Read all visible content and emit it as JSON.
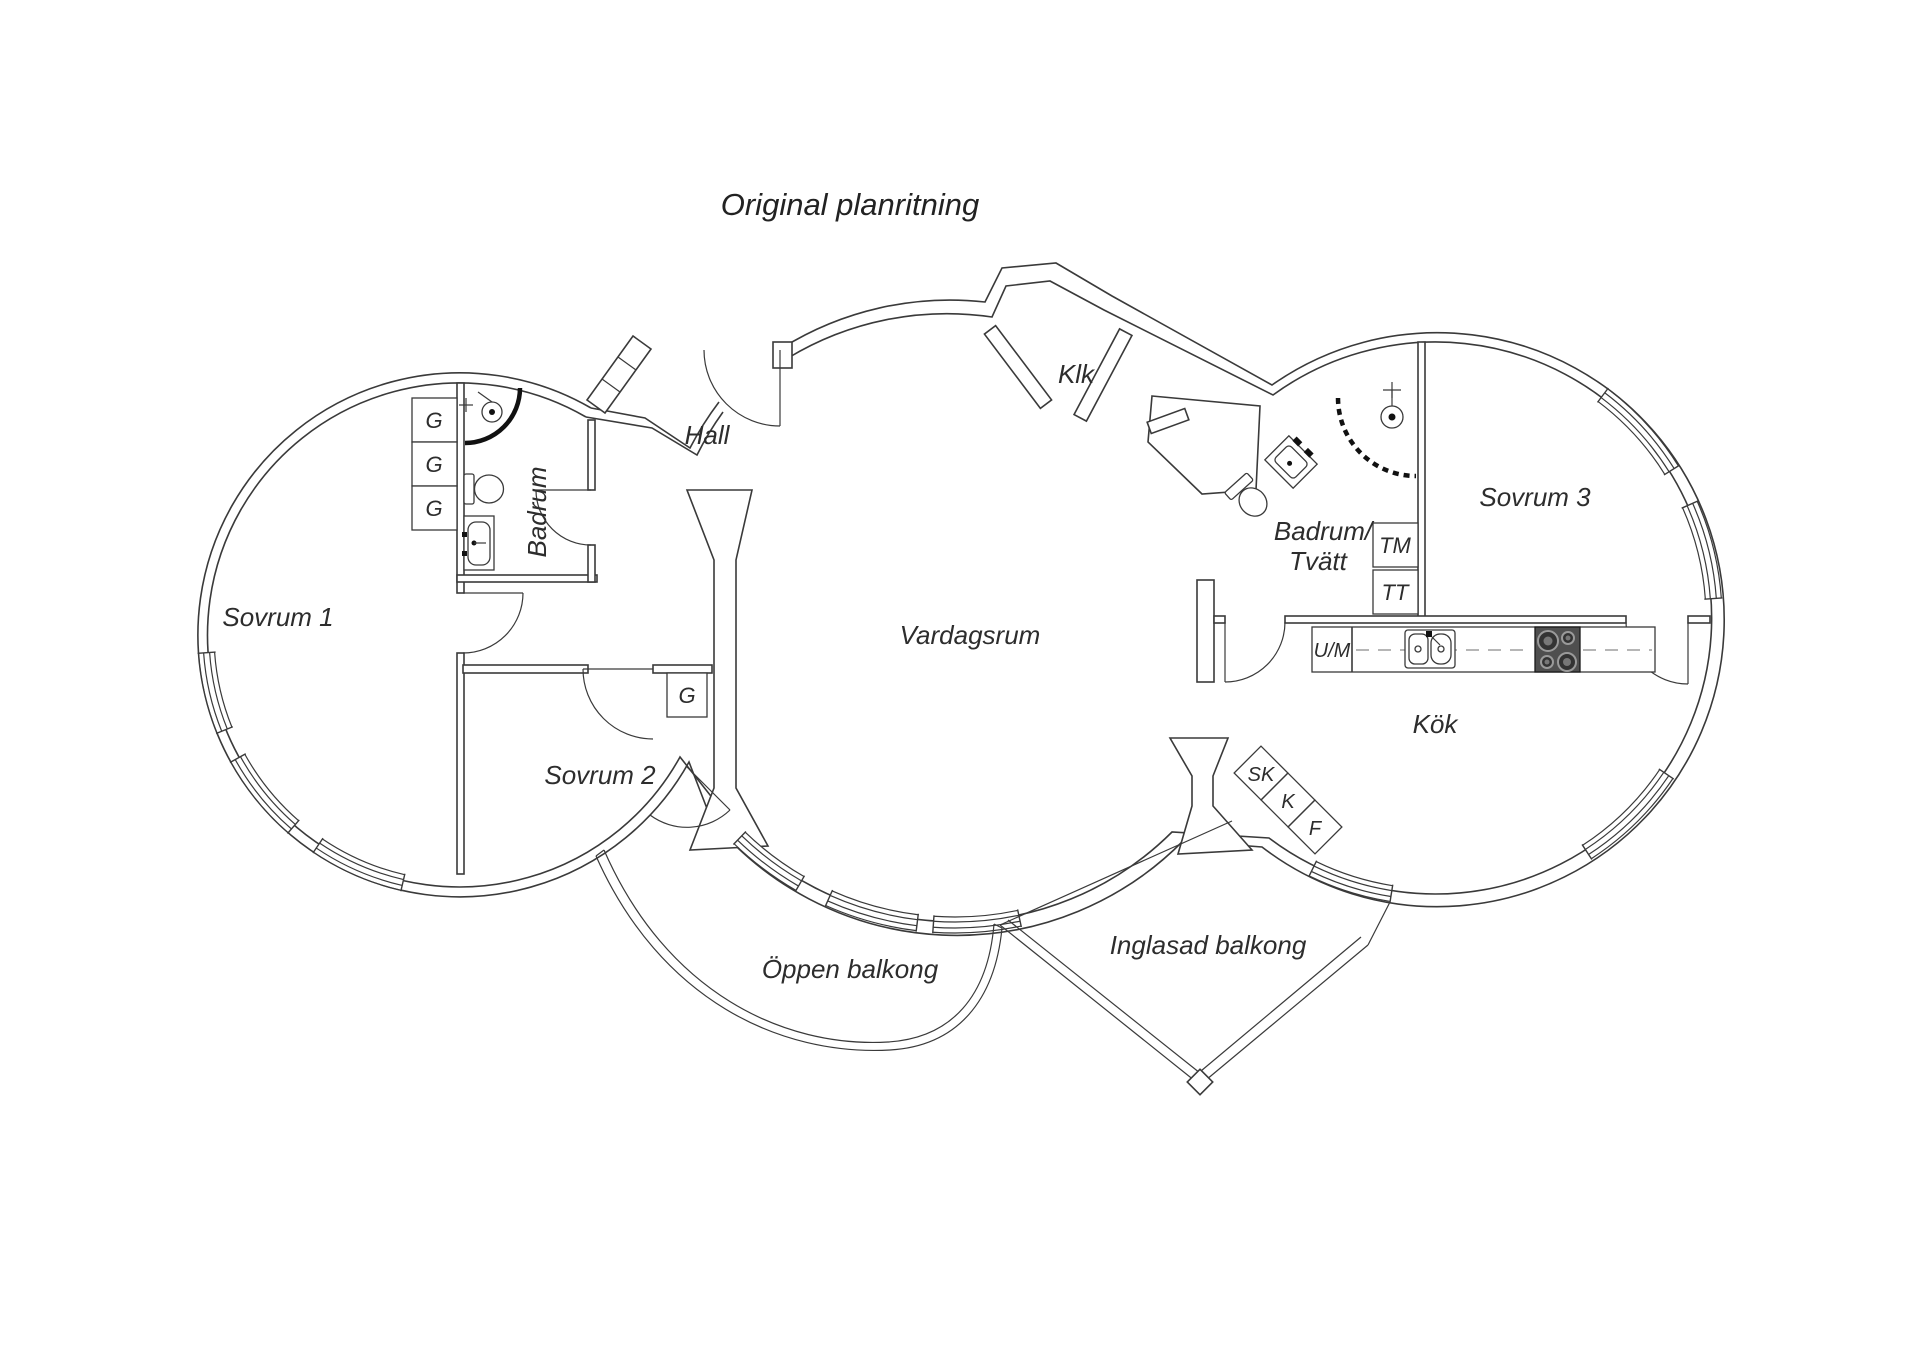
{
  "title": "Original planritning",
  "labels": {
    "sovrum1": "Sovrum 1",
    "sovrum2": "Sovrum 2",
    "sovrum3": "Sovrum 3",
    "badrum": "Badrum",
    "badrumtvatt_line1": "Badrum/",
    "badrumtvatt_line2": "Tvätt",
    "hall": "Hall",
    "klk": "Klk",
    "vardagsrum": "Vardagsrum",
    "kok": "Kök",
    "oppen_balkong": "Öppen balkong",
    "inglasad_balkong": "Inglasad balkong",
    "g": "G",
    "tm": "TM",
    "tt": "TT",
    "um": "U/M",
    "sk": "SK",
    "k": "K",
    "f": "F"
  },
  "fixtures": [
    "shower",
    "toilet",
    "washbasin",
    "kitchen-sink",
    "stove",
    "entrance-stairs",
    "wardrobe",
    "washing-machine",
    "tumble-dryer",
    "dishwasher",
    "cleaning-cabinet",
    "fridge",
    "freezer"
  ],
  "colors": {
    "line": "#3a3a3a",
    "text": "#2d2d2d",
    "stove": "#4f4f4f",
    "background": "#ffffff"
  }
}
